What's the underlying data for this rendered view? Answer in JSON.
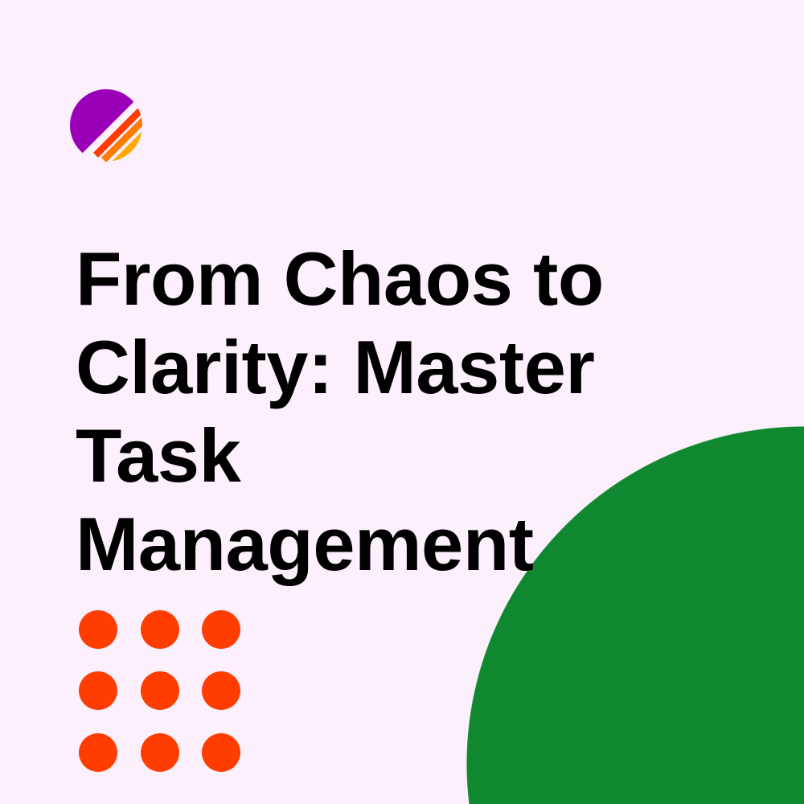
{
  "title_lines": [
    "From Chaos to",
    "Clarity: Master",
    "Task",
    "Management"
  ],
  "colors": {
    "background": "#fcf0fc",
    "accent_green": "#10882f",
    "dots": "#ff3d00",
    "logo_purple": "#9b00b8"
  },
  "logo": {
    "icon": "half-circle-stripes-logo"
  },
  "dot_grid": {
    "rows": 3,
    "cols": 3
  }
}
